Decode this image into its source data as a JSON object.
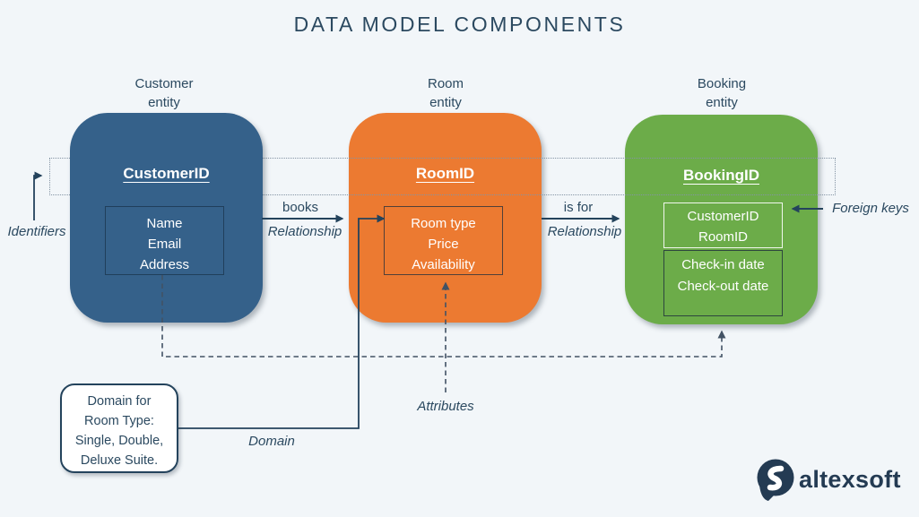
{
  "title": "DATA MODEL COMPONENTS",
  "entities": {
    "customer": {
      "label": "Customer\nentity",
      "id": "CustomerID",
      "attributes": "Name\nEmail\nAddress"
    },
    "room": {
      "label": "Room\nentity",
      "id": "RoomID",
      "attributes": "Room type\nPrice\nAvailability"
    },
    "booking": {
      "label": "Booking\nentity",
      "id": "BookingID",
      "foreign_keys": "CustomerID\nRoomID",
      "attributes": "Check-in date\nCheck-out date"
    }
  },
  "relationships": [
    {
      "label": "books",
      "sublabel": "Relationship"
    },
    {
      "label": "is for",
      "sublabel": "Relationship"
    }
  ],
  "annotations": {
    "identifiers": "Identifiers",
    "foreign_keys": "Foreign keys",
    "attributes": "Attributes",
    "domain": "Domain",
    "note": "Domain for\nRoom Type:\nSingle, Double,\nDeluxe Suite."
  },
  "logo": {
    "text": "altexsoft"
  },
  "colors": {
    "background": "#f2f6f9",
    "text": "#2b4960",
    "line": "#24435c",
    "customer": "#35618a",
    "room": "#ec7a31",
    "booking": "#6cac49",
    "dashed": "#425264",
    "logo": "#243b53"
  }
}
